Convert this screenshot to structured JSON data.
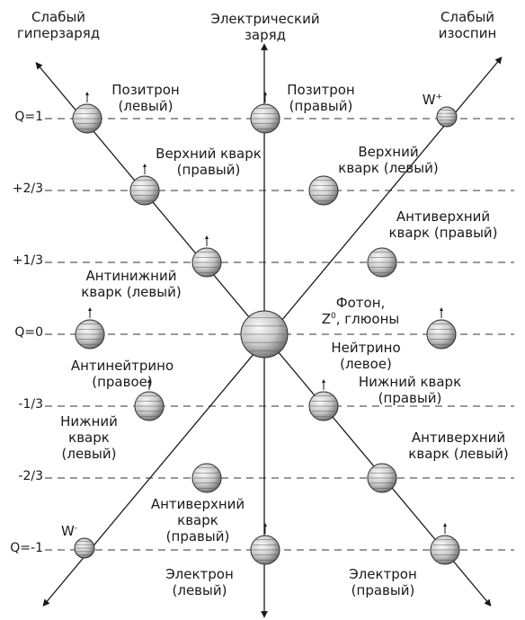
{
  "axes": {
    "hypercharge": [
      "Слабый",
      "гиперзаряд"
    ],
    "charge": [
      "Электрический",
      "заряд"
    ],
    "isospin": [
      "Слабый",
      "изоспин"
    ]
  },
  "levels": [
    "Q=1",
    "+2/3",
    "+1/3",
    "Q=0",
    "-1/3",
    "-2/3",
    "Q=-1"
  ],
  "labels": {
    "positron_left": [
      "Позитрон",
      "(левый)"
    ],
    "positron_right": [
      "Позитрон",
      "(правый)"
    ],
    "w_plus": "W",
    "w_plus_sup": "+",
    "up_quark_right": [
      "Верхний кварк",
      "(правый)"
    ],
    "up_quark_left": [
      "Верхний",
      "кварк (левый)"
    ],
    "anti_up_quark_right_upper": [
      "Антиверхний",
      "кварк (правый)"
    ],
    "anti_down_quark_left": [
      "Антинижний",
      "кварк (левый)"
    ],
    "photon_line1": "Фотон,",
    "photon_z": "Z",
    "photon_z_sup": "0",
    "photon_gluons": ", глюоны",
    "neutrino_left": [
      "Нейтрино",
      "(левое)"
    ],
    "antineutrino_right": [
      "Антинейтрино",
      "(правое)"
    ],
    "down_quark_right": [
      "Нижний кварк",
      "(правый)"
    ],
    "down_quark_left": [
      "Нижний",
      "кварк",
      "(левый)"
    ],
    "anti_up_quark_left": [
      "Антиверхний",
      "кварк (левый)"
    ],
    "anti_up_quark_right_lower": [
      "Антиверхний",
      "кварк",
      "(правый)"
    ],
    "w_minus": "W",
    "w_minus_sup": "-",
    "electron_left": [
      "Электрон",
      "(левый)"
    ],
    "electron_right": [
      "Электрон",
      "(правый)"
    ]
  }
}
